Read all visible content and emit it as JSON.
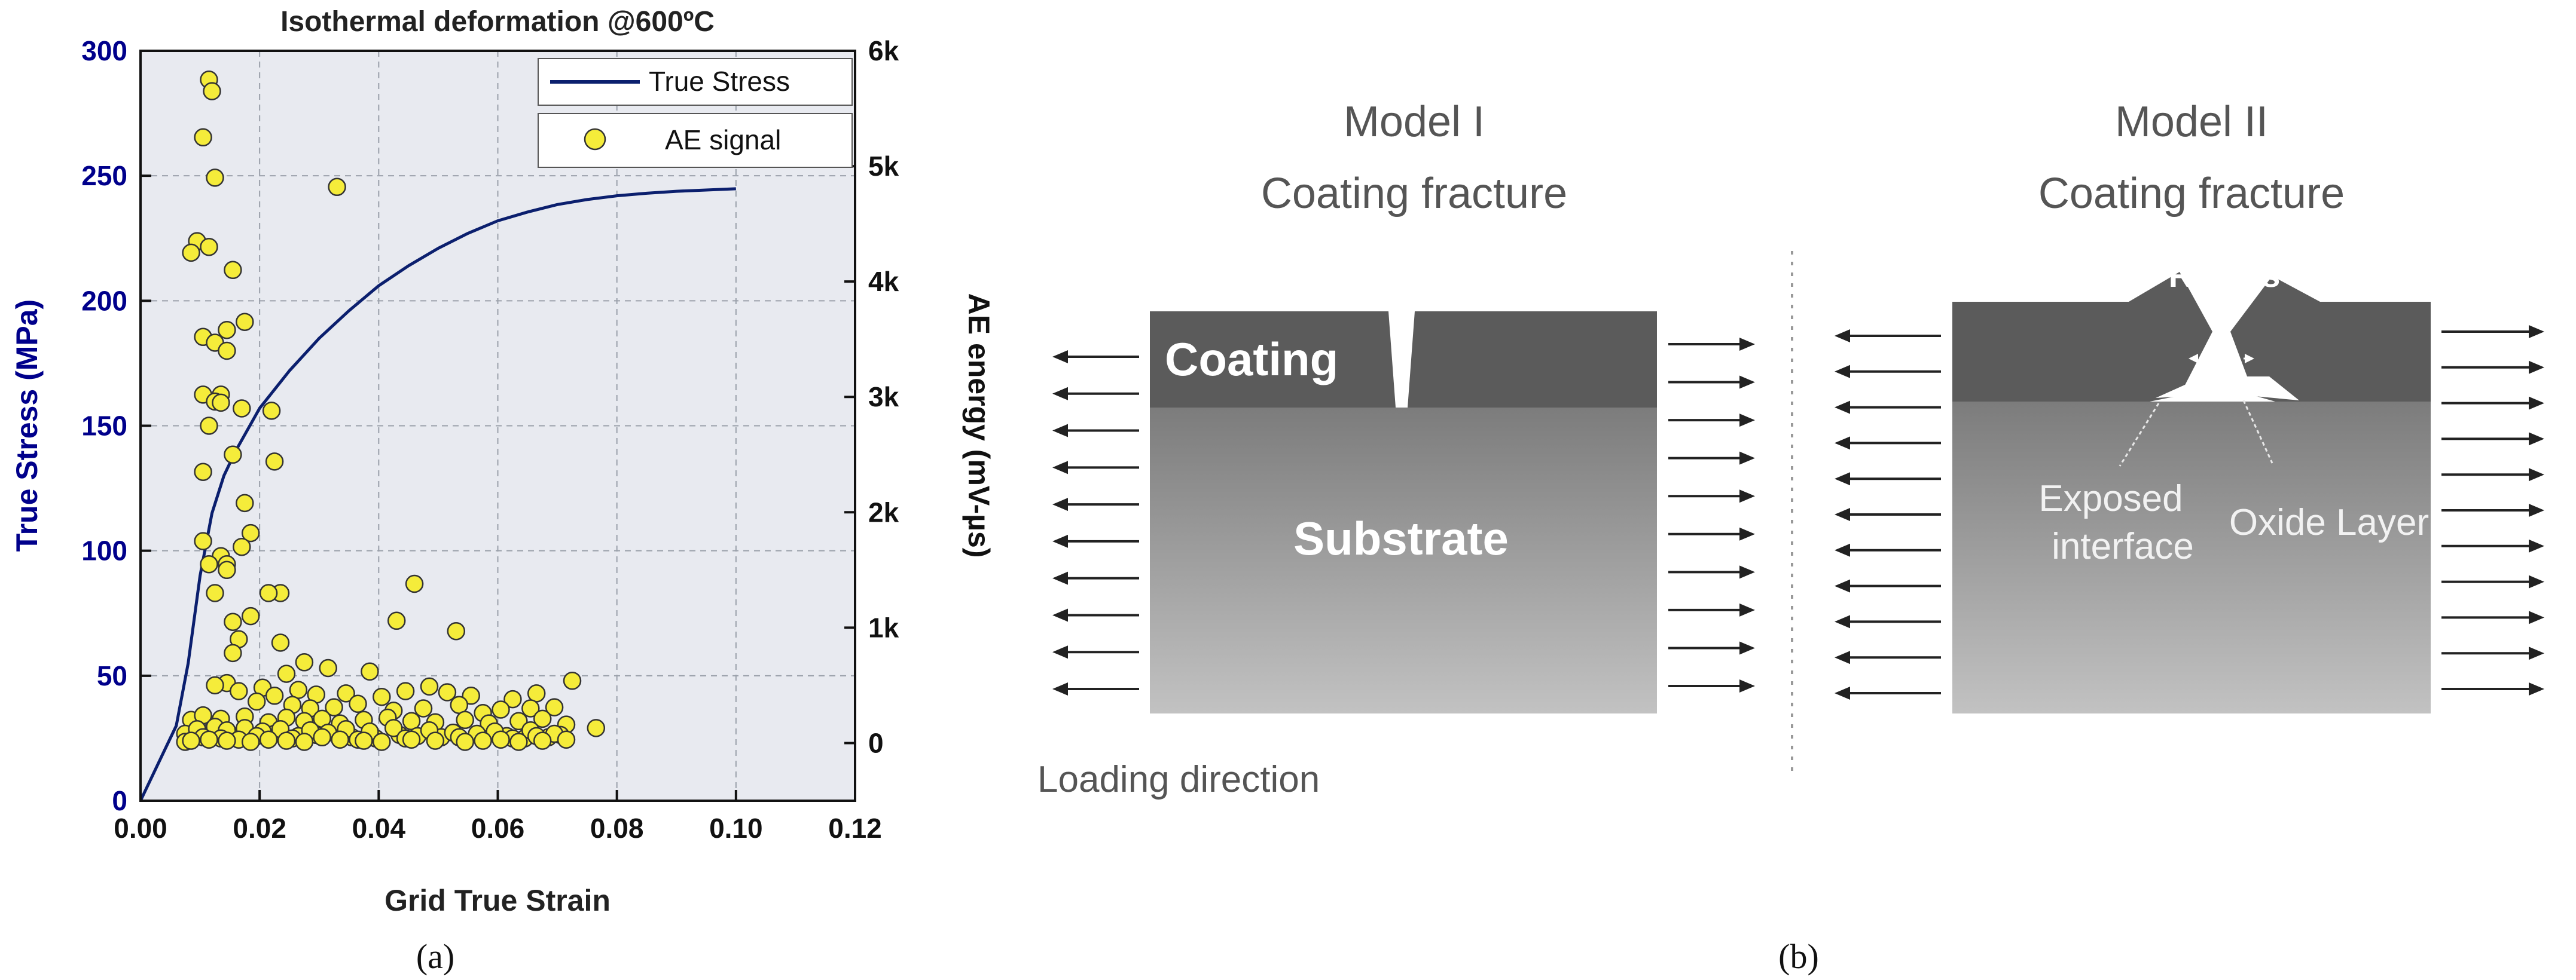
{
  "panel_a": {
    "label": "(a)",
    "chart_data": {
      "type": "scatter",
      "title": "Isothermal deformation @600ºC",
      "xlabel": "Grid True Strain",
      "ylabel": "True Stress (MPa)",
      "y2label": "AE energy (mV-µs)",
      "xlim": [
        0,
        0.12
      ],
      "ylim": [
        0,
        300
      ],
      "y2lim": [
        -500,
        6000
      ],
      "x_ticks": [
        "0.00",
        "0.02",
        "0.04",
        "0.06",
        "0.08",
        "0.10",
        "0.12"
      ],
      "y_ticks": [
        "0",
        "50",
        "100",
        "150",
        "200",
        "250",
        "300"
      ],
      "y2_ticks": [
        "0",
        "1k",
        "2k",
        "3k",
        "4k",
        "5k",
        "6k"
      ],
      "grid": true,
      "legend_position": "top-right",
      "series": [
        {
          "name": "True Stress",
          "type": "line",
          "axis": "left",
          "color": "#0b1f6e",
          "x": [
            0,
            0.002,
            0.004,
            0.006,
            0.008,
            0.01,
            0.012,
            0.014,
            0.016,
            0.02,
            0.025,
            0.03,
            0.035,
            0.04,
            0.045,
            0.05,
            0.055,
            0.06,
            0.065,
            0.07,
            0.075,
            0.08,
            0.085,
            0.09,
            0.095,
            0.1
          ],
          "y": [
            0,
            10,
            20,
            30,
            55,
            90,
            115,
            130,
            140,
            157,
            172,
            185,
            196,
            206,
            214,
            221,
            227,
            232,
            235.5,
            238.5,
            240.5,
            242,
            243,
            243.8,
            244.3,
            244.8
          ]
        },
        {
          "name": "AE signal",
          "type": "scatter",
          "axis": "right",
          "color": "#f5ec3a",
          "x": [
            0.0115,
            0.012,
            0.0105,
            0.0125,
            0.033,
            0.0095,
            0.0085,
            0.0115,
            0.0155,
            0.0175,
            0.0145,
            0.0105,
            0.0125,
            0.0145,
            0.022,
            0.0135,
            0.0105,
            0.0125,
            0.0135,
            0.0115,
            0.017,
            0.0105,
            0.0155,
            0.0225,
            0.0175,
            0.0185,
            0.0105,
            0.0135,
            0.0145,
            0.017,
            0.0115,
            0.0145,
            0.0235,
            0.046,
            0.043,
            0.053,
            0.0125,
            0.0155,
            0.0185,
            0.0215,
            0.0235,
            0.0165,
            0.0155,
            0.0385,
            0.0275,
            0.0245,
            0.0315,
            0.0485,
            0.0725,
            0.0145,
            0.0205,
            0.0225,
            0.0265,
            0.0295,
            0.0345,
            0.0405,
            0.0445,
            0.0515,
            0.0555,
            0.0625,
            0.0665,
            0.0125,
            0.0165,
            0.0195,
            0.0255,
            0.0285,
            0.0325,
            0.0365,
            0.0425,
            0.0475,
            0.0535,
            0.0575,
            0.0605,
            0.0655,
            0.0695,
            0.0085,
            0.0105,
            0.0135,
            0.0175,
            0.0215,
            0.0245,
            0.0275,
            0.0305,
            0.0335,
            0.0375,
            0.0415,
            0.0455,
            0.0495,
            0.0545,
            0.0585,
            0.0635,
            0.0675,
            0.0715,
            0.0765,
            0.0075,
            0.0095,
            0.0115,
            0.0155,
            0.0185,
            0.0225,
            0.0265,
            0.0295,
            0.0355,
            0.0395,
            0.0435,
            0.0465,
            0.0505,
            0.0565,
            0.0615,
            0.0645,
            0.0685,
            0.0705,
            0.0095,
            0.0125,
            0.0145,
            0.0175,
            0.0205,
            0.0235,
            0.0285,
            0.0315,
            0.0345,
            0.0385,
            0.0425,
            0.0485,
            0.0525,
            0.0595,
            0.0655,
            0.0695,
            0.0105,
            0.0135,
            0.0165,
            0.0195,
            0.0255,
            0.0305,
            0.0365,
            0.0445,
            0.0535,
            0.0625,
            0.0665,
            0.0075,
            0.0085,
            0.0115,
            0.0145,
            0.0185,
            0.0215,
            0.0245,
            0.0275,
            0.0335,
            0.0375,
            0.0405,
            0.0455,
            0.0495,
            0.0545,
            0.0575,
            0.0605,
            0.0635,
            0.0675,
            0.0715
          ],
          "y": [
            5750,
            5650,
            5250,
            4900,
            4820,
            4350,
            4250,
            4300,
            4100,
            3650,
            3580,
            3520,
            3470,
            3400,
            2880,
            3020,
            3020,
            2960,
            2950,
            2750,
            2900,
            2350,
            2500,
            2440,
            2080,
            1820,
            1750,
            1620,
            1550,
            1700,
            1550,
            1500,
            1300,
            1380,
            1060,
            970,
            1300,
            1050,
            1100,
            1300,
            870,
            900,
            780,
            620,
            700,
            600,
            650,
            490,
            540,
            520,
            480,
            410,
            460,
            420,
            430,
            400,
            450,
            440,
            410,
            380,
            430,
            500,
            450,
            360,
            330,
            300,
            310,
            340,
            280,
            300,
            330,
            260,
            290,
            300,
            310,
            200,
            240,
            210,
            230,
            180,
            220,
            190,
            210,
            170,
            200,
            220,
            190,
            180,
            200,
            170,
            190,
            210,
            160,
            130,
            80,
            70,
            90,
            60,
            50,
            80,
            60,
            70,
            50,
            40,
            70,
            60,
            50,
            80,
            60,
            40,
            50,
            70,
            120,
            140,
            110,
            130,
            100,
            120,
            110,
            90,
            120,
            100,
            130,
            110,
            90,
            100,
            110,
            80,
            50,
            40,
            30,
            60,
            40,
            50,
            30,
            40,
            50,
            40,
            60,
            10,
            20,
            30,
            20,
            10,
            30,
            20,
            10,
            30,
            20,
            10,
            30,
            20,
            10,
            20,
            30,
            10,
            20,
            30
          ]
        }
      ]
    }
  },
  "panel_b": {
    "label": "(b)",
    "model1": {
      "title_line1": "Model I",
      "title_line2": "Coating fracture",
      "coating_label": "Coating",
      "substrate_label": "Substrate",
      "loading_direction": "Loading direction"
    },
    "model2": {
      "title_line1": "Model II",
      "title_line2": "Coating fracture",
      "ridges_label": "Ridges",
      "exposed_line1": "Exposed",
      "exposed_line2": "interface",
      "oxide_label": "Oxide Layer"
    },
    "colors": {
      "coating": "#5b5b5b",
      "substrate_top": "#7c7c7c",
      "substrate_bottom": "#bcbcbc",
      "arrow": "#222222"
    }
  }
}
